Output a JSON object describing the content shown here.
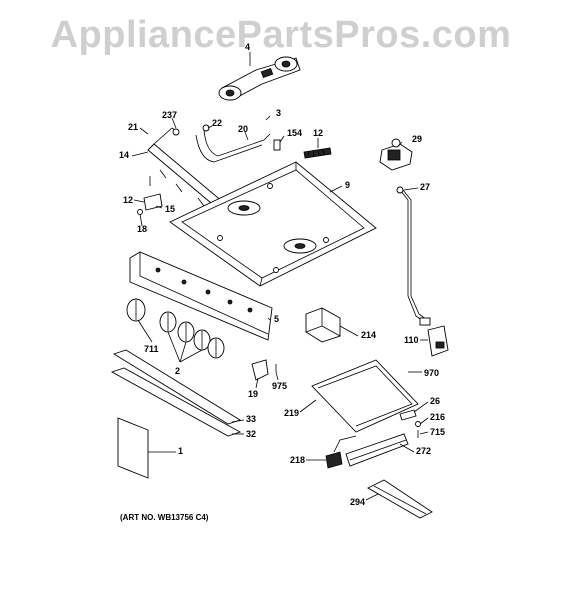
{
  "watermark": "AppliancePartsPros.com",
  "art_number": "(ART NO. WB13756 C4)",
  "callouts": {
    "c4": "4",
    "c237": "237",
    "c3": "3",
    "c21": "21",
    "c22": "22",
    "c20": "20",
    "c154": "154",
    "c12a": "12",
    "c29": "29",
    "c14": "14",
    "c9": "9",
    "c27": "27",
    "c12b": "12",
    "c15": "15",
    "c18": "18",
    "c5": "5",
    "c214": "214",
    "c711": "711",
    "c110": "110",
    "c2": "2",
    "c19": "19",
    "c975": "975",
    "c970": "970",
    "c219": "219",
    "c26": "26",
    "c33": "33",
    "c216": "216",
    "c715": "715",
    "c32": "32",
    "c1": "1",
    "c218": "218",
    "c272": "272",
    "c294": "294"
  }
}
